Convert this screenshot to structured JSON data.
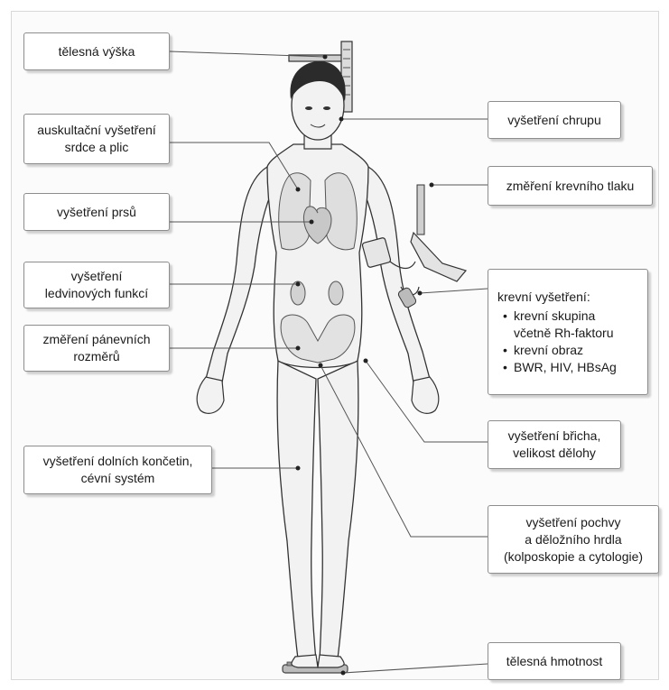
{
  "labels": {
    "height": [
      "tělesná výška"
    ],
    "auscultation": [
      "auskultační vyšetření",
      "srdce a plic"
    ],
    "breasts": [
      "vyšetření prsů"
    ],
    "kidneys": [
      "vyšetření",
      "ledvinových funkcí"
    ],
    "pelvis": [
      "změření pánevních",
      "rozměrů"
    ],
    "legs": [
      "vyšetření dolních končetin,",
      "cévní systém"
    ],
    "teeth": [
      "vyšetření chrupu"
    ],
    "blood_pressure": [
      "změření krevního tlaku"
    ],
    "blood_tests": {
      "title": "krevní vyšetření:",
      "items": [
        [
          "krevní skupina",
          "včetně Rh-faktoru"
        ],
        [
          "krevní obraz"
        ],
        [
          "BWR, HIV, HBsAg"
        ]
      ]
    },
    "abdomen": [
      "vyšetření břicha,",
      "velikost dělohy"
    ],
    "vagina": [
      "vyšetření pochvy",
      "a děložního hrdla",
      "(kolposkopie a cytologie)"
    ],
    "weight": [
      "tělesná hmotnost"
    ]
  },
  "colors": {
    "line": "#555555",
    "body_fill": "#f2f2f2",
    "body_stroke": "#333333",
    "organ_fill": "#d9d9d9",
    "hair": "#2b2b2b"
  }
}
